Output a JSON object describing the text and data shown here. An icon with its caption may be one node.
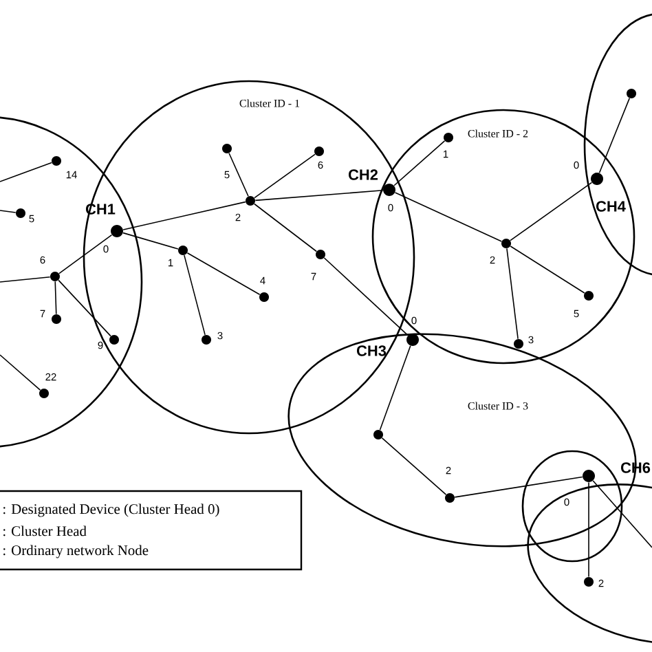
{
  "diagram": {
    "nodes": [
      {
        "text": [],
        "shape": "ellipse"
      },
      {
        "text": [
          "Cluster ID - 1"
        ]
      },
      {
        "text": [
          "Cluster ID - 2"
        ]
      },
      {
        "text": [],
        "shape": "ellipse"
      },
      {
        "text": [
          "Cluster ID - 3"
        ]
      },
      {
        "text": [],
        "shape": "ellipse"
      },
      {
        "text": [],
        "shape": "ellipse"
      },
      {
        "text": [],
        "shape": "dot",
        "in": 3
      },
      {
        "text": [],
        "shape": "dot",
        "beside": [
          "1"
        ],
        "in": 2
      },
      {
        "text": [],
        "shape": "dot",
        "beside": [
          "5"
        ],
        "in": 1
      },
      {
        "text": [],
        "shape": "dot",
        "beside": [
          "6"
        ],
        "in": 1
      },
      {
        "text": [],
        "shape": "dot",
        "beside": [
          "14"
        ],
        "in": 0
      },
      {
        "text": [],
        "shape": "dot",
        "beside": [
          "0",
          "CH4"
        ]
      },
      {
        "text": [],
        "shape": "dot",
        "beside": [
          "CH2",
          "0"
        ]
      },
      {
        "text": [],
        "shape": "dot",
        "beside": [
          "2"
        ],
        "in": 1
      },
      {
        "text": [],
        "shape": "dot",
        "beside": [
          "5"
        ],
        "in": 0
      },
      {
        "text": [],
        "shape": "dot",
        "beside": [
          "CH1",
          "0"
        ]
      },
      {
        "text": [],
        "shape": "dot",
        "beside": [
          "2"
        ],
        "in": 2
      },
      {
        "text": [],
        "shape": "dot",
        "beside": [
          "1"
        ],
        "in": 1
      },
      {
        "text": [],
        "shape": "dot",
        "beside": [
          "7"
        ],
        "in": 1
      },
      {
        "text": [],
        "shape": "dot",
        "beside": [
          "6"
        ],
        "in": 0
      },
      {
        "text": [],
        "shape": "dot",
        "beside": [
          "4"
        ],
        "in": 1
      },
      {
        "text": [],
        "shape": "dot",
        "beside": [
          "5"
        ],
        "in": 2
      },
      {
        "text": [],
        "shape": "dot",
        "beside": [
          "7"
        ],
        "in": 0
      },
      {
        "text": [],
        "shape": "dot",
        "beside": [
          "0",
          "CH3"
        ],
        "in": 4
      },
      {
        "text": [],
        "shape": "dot",
        "beside": [
          "9"
        ]
      },
      {
        "text": [],
        "shape": "dot",
        "beside": [
          "3"
        ],
        "in": 1
      },
      {
        "text": [],
        "shape": "dot",
        "beside": [
          "3"
        ],
        "in": 2
      },
      {
        "text": [],
        "shape": "dot",
        "beside": [
          "22"
        ],
        "in": 0
      },
      {
        "text": [],
        "shape": "dot",
        "in": 4
      },
      {
        "text": [],
        "shape": "dot",
        "beside": [
          "CH6",
          "0"
        ],
        "in": 5
      },
      {
        "text": [],
        "shape": "dot",
        "beside": [
          "2"
        ],
        "in": 4
      },
      {
        "text": [],
        "shape": "dot",
        "beside": [
          "2"
        ],
        "in": 6
      }
    ],
    "edges": [
      {
        "from": null,
        "to": 11,
        "arrow": "none"
      },
      {
        "from": null,
        "to": 15,
        "arrow": "none"
      },
      {
        "from": null,
        "to": 20,
        "arrow": "none"
      },
      {
        "from": null,
        "to": 28,
        "arrow": "none"
      },
      {
        "from": 20,
        "to": 16,
        "arrow": "none"
      },
      {
        "from": 20,
        "to": 23,
        "arrow": "none"
      },
      {
        "from": 20,
        "to": 25,
        "arrow": "none"
      },
      {
        "from": 16,
        "to": 18,
        "arrow": "none"
      },
      {
        "from": 18,
        "to": 21,
        "arrow": "none"
      },
      {
        "from": 18,
        "to": 26,
        "arrow": "none"
      },
      {
        "from": 16,
        "to": 14,
        "arrow": "none"
      },
      {
        "from": 14,
        "to": 9,
        "arrow": "none"
      },
      {
        "from": 14,
        "to": 10,
        "arrow": "none"
      },
      {
        "from": 14,
        "to": 19,
        "arrow": "none"
      },
      {
        "from": 19,
        "to": 24,
        "arrow": "none"
      },
      {
        "from": 14,
        "to": 13,
        "arrow": "none"
      },
      {
        "from": 13,
        "to": 8,
        "arrow": "none"
      },
      {
        "from": 13,
        "to": 17,
        "arrow": "none"
      },
      {
        "from": 17,
        "to": 22,
        "arrow": "none"
      },
      {
        "from": 17,
        "to": 27,
        "arrow": "none"
      },
      {
        "from": 17,
        "to": 12,
        "arrow": "none"
      },
      {
        "from": 12,
        "to": 7,
        "arrow": "none"
      },
      {
        "from": 24,
        "to": 29,
        "arrow": "none"
      },
      {
        "from": 29,
        "to": 31,
        "arrow": "none"
      },
      {
        "from": 31,
        "to": 30,
        "arrow": "none"
      },
      {
        "from": 30,
        "to": 32,
        "arrow": "none"
      },
      {
        "from": 30,
        "to": null,
        "arrow": "none"
      }
    ],
    "legend": [
      {
        "text": ": Designated Device (Cluster Head 0)"
      },
      {
        "text": ": Cluster Head"
      },
      {
        "text": ": Ordinary network Node"
      }
    ]
  }
}
